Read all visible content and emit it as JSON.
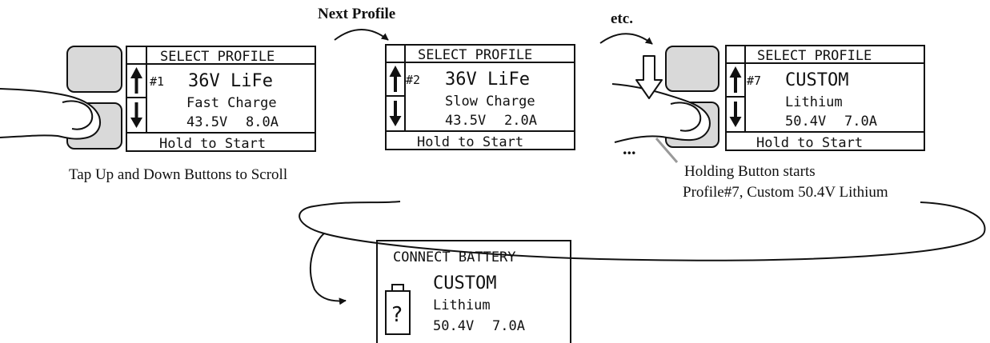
{
  "screens": [
    {
      "header": "SELECT PROFILE",
      "number": "#1",
      "name": "36V LiFe",
      "mode": "Fast Charge",
      "voltage": "43.5V",
      "current": "8.0A",
      "footer": "Hold to Start"
    },
    {
      "header": "SELECT PROFILE",
      "number": "#2",
      "name": "36V LiFe",
      "mode": "Slow Charge",
      "voltage": "43.5V",
      "current": "2.0A",
      "footer": "Hold to Start"
    },
    {
      "header": "SELECT PROFILE",
      "number": "#7",
      "name": "CUSTOM",
      "mode": "Lithium",
      "voltage": "50.4V",
      "current": "7.0A",
      "footer": "Hold to Start"
    }
  ],
  "battery_screen": {
    "header": "CONNECT BATTERY",
    "name": "CUSTOM",
    "mode": "Lithium",
    "voltage": "50.4V",
    "current": "7.0A",
    "battery_symbol": "?"
  },
  "annotations": {
    "next_profile": "Next Profile",
    "etc": "etc.",
    "ellipsis": "...",
    "tap_instruction": "Tap Up and Down Buttons to Scroll",
    "holding_line1": "Holding Button starts",
    "holding_line2": "Profile#7, Custom 50.4V Lithium"
  },
  "icons": {
    "up": "up-arrow-icon",
    "down": "down-arrow-icon",
    "press": "press-arrow-icon",
    "battery": "battery-icon"
  },
  "colors": {
    "button_fill": "#d9d9d9",
    "line": "#111111"
  }
}
